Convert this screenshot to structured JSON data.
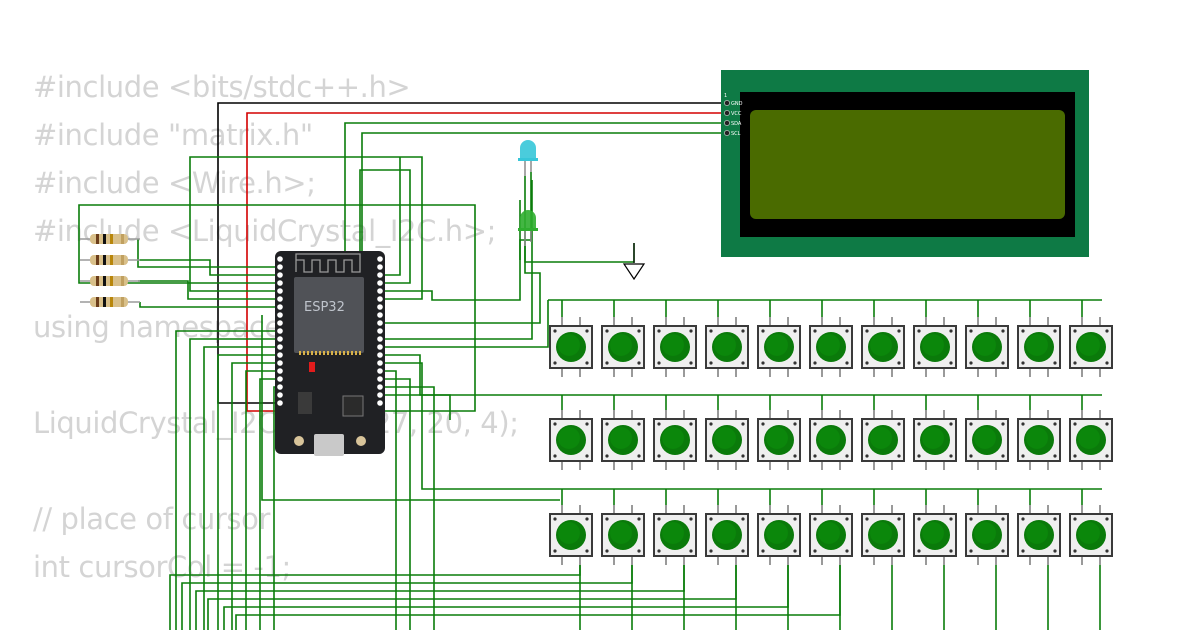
{
  "code_lines": [
    "#include <bits/stdc++.h>",
    "#include \"matrix.h\"",
    "#include <Wire.h>;",
    "#include <LiquidCrystal_I2C.h>;",
    "",
    "using namespace std;",
    "",
    "LiquidCrystal_I2C lcd(0x27, 20, 4);",
    "",
    "// place of cursor",
    "int cursorCol = -1;"
  ],
  "esp32": {
    "label": "ESP32"
  },
  "lcd": {
    "pin_index": "1",
    "pins": [
      "GND",
      "VCC",
      "SDA",
      "SCL"
    ],
    "backlight_color": "#4a6b00",
    "board_color": "#0e7a45"
  },
  "leds": [
    {
      "name": "cyan-led",
      "color": "#36c6d8"
    },
    {
      "name": "green-led",
      "color": "#2fae2f"
    }
  ],
  "resistor_count": 4,
  "button_grid": {
    "rows": 3,
    "cols": 11,
    "cap_color": "#0a7a0a"
  },
  "colors": {
    "wire_signal": "#0a7d0a",
    "wire_vcc": "#d40000",
    "wire_gnd": "#000000"
  }
}
